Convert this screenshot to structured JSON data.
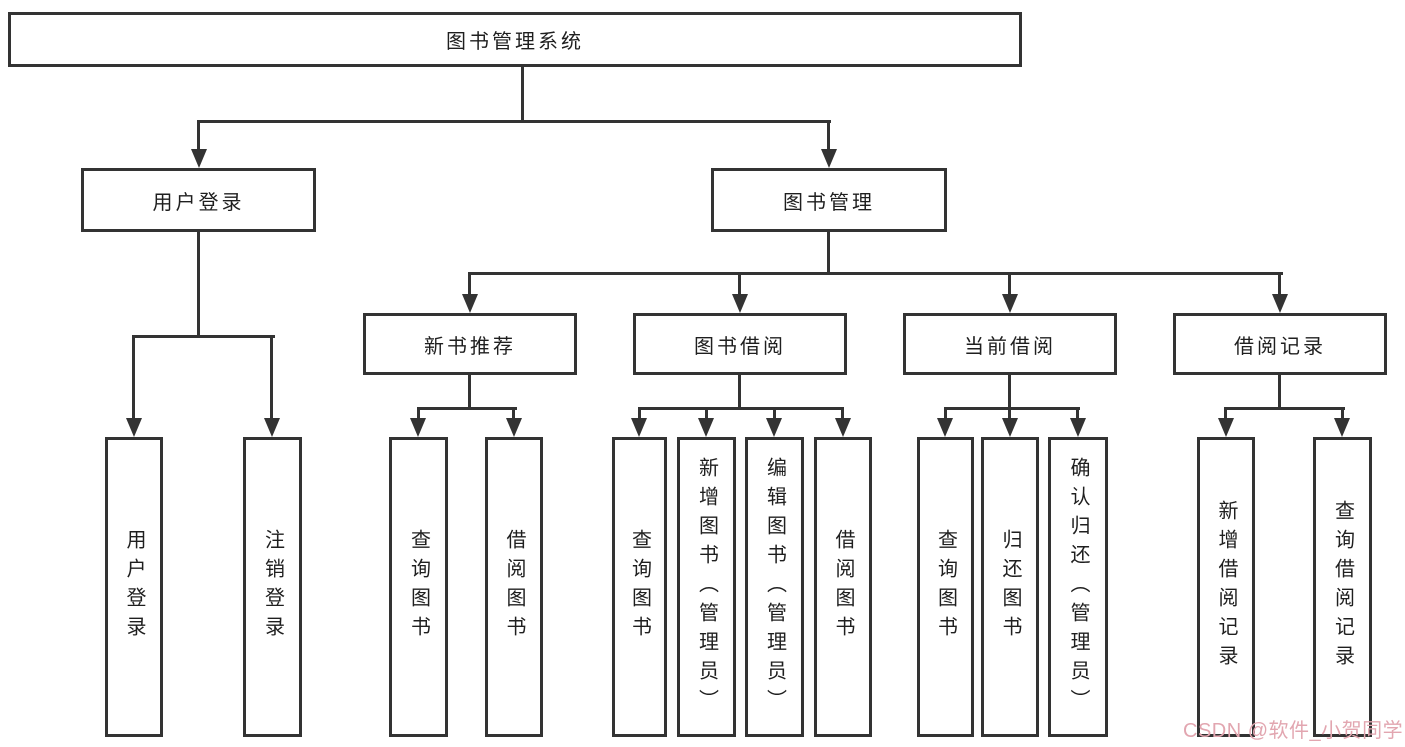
{
  "tree": {
    "root": "图书管理系统",
    "level2": {
      "login": "用户登录",
      "manage": "图书管理"
    },
    "level3": {
      "newbook": "新书推荐",
      "borrow": "图书借阅",
      "current": "当前借阅",
      "records": "借阅记录"
    },
    "leaves": {
      "login": [
        "用户登录",
        "注销登录"
      ],
      "newbook": [
        "查询图书",
        "借阅图书"
      ],
      "borrow": [
        "查询图书",
        "新增图书（管理员）",
        "编辑图书（管理员）",
        "借阅图书"
      ],
      "current": [
        "查询图书",
        "归还图书",
        "确认归还（管理员）"
      ],
      "records": [
        "新增借阅记录",
        "查询借阅记录"
      ]
    }
  },
  "watermark": "CSDN @软件_小贺同学",
  "colors": {
    "line": "#333333",
    "text": "#1f1f1f",
    "background": "#ffffff",
    "watermark": "#e2a6b0"
  }
}
